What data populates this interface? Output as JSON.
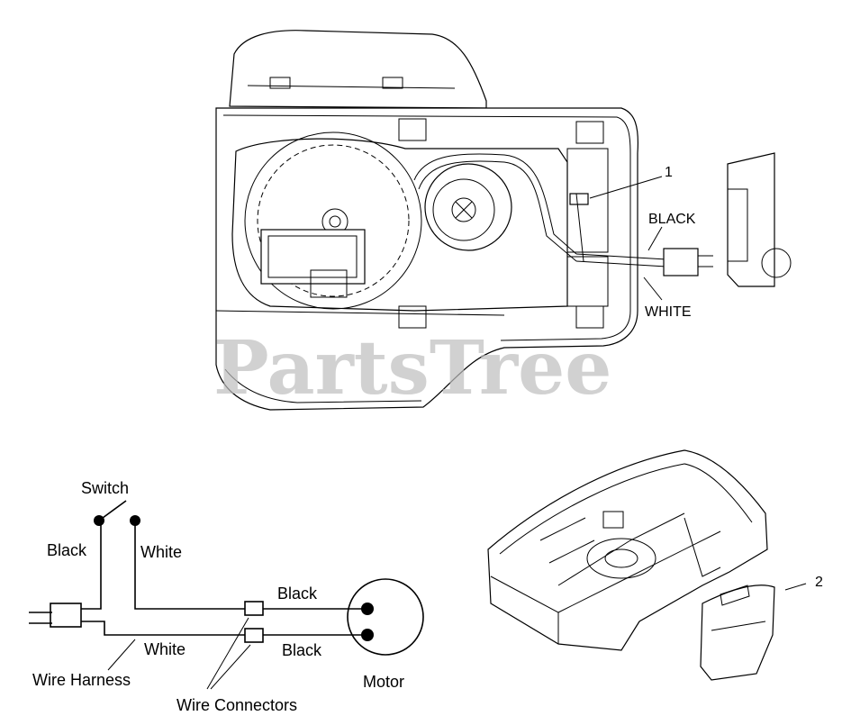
{
  "watermark": "PartsTree",
  "callouts": {
    "part1": "1",
    "part2": "2",
    "black_wire": "BLACK",
    "white_wire": "WHITE"
  },
  "schematic": {
    "switch": "Switch",
    "black_top": "Black",
    "white_top": "White",
    "black_conn1": "Black",
    "white_low": "White",
    "black_conn2": "Black",
    "wire_harness": "Wire Harness",
    "wire_connectors": "Wire Connectors",
    "motor": "Motor"
  }
}
